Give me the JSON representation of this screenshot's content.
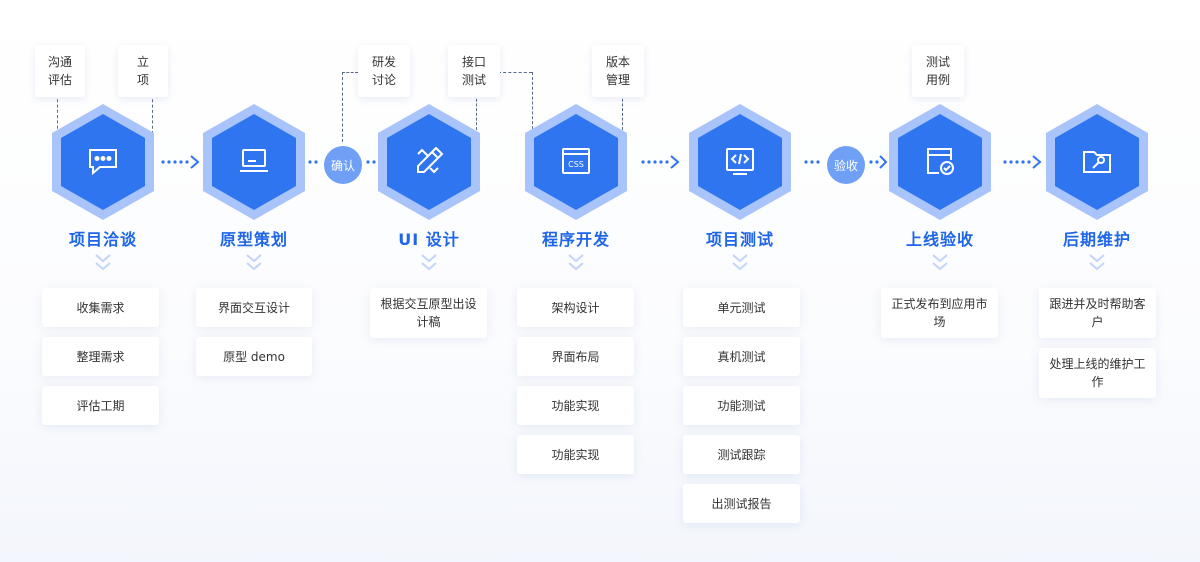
{
  "steps": [
    {
      "title": "项目洽谈",
      "icon": "chat-bubble-icon",
      "items": [
        "收集需求",
        "整理需求",
        "评估工期"
      ]
    },
    {
      "title": "原型策划",
      "icon": "laptop-icon",
      "items": [
        "界面交互设计",
        "原型 demo"
      ]
    },
    {
      "title": "UI 设计",
      "icon": "pencil-ruler-icon",
      "items": [
        "根据交互原型出设计稿"
      ]
    },
    {
      "title": "程序开发",
      "icon": "css-window-icon",
      "items": [
        "架构设计",
        "界面布局",
        "功能实现",
        "功能实现"
      ]
    },
    {
      "title": "项目测试",
      "icon": "code-window-icon",
      "items": [
        "单元测试",
        "真机测试",
        "功能测试",
        "测试跟踪",
        "出测试报告"
      ]
    },
    {
      "title": "上线验收",
      "icon": "browser-check-icon",
      "items": [
        "正式发布到应用市场"
      ]
    },
    {
      "title": "后期维护",
      "icon": "folder-wrench-icon",
      "items": [
        "跟进并及时帮助客户",
        "处理上线的维护工作"
      ]
    }
  ],
  "notes": {
    "n1": "沟通评估",
    "n2": "立项",
    "n3": "研发讨论",
    "n4": "接口测试",
    "n5": "版本管理",
    "n6": "测试用例"
  },
  "connectors": {
    "c1": "确认",
    "c2": "验收"
  },
  "colors": {
    "accent": "#1f66e8",
    "hex_outer": "#a9c3fb",
    "hex_inner": "#2f75f0",
    "circle": "#6fa0f5"
  }
}
